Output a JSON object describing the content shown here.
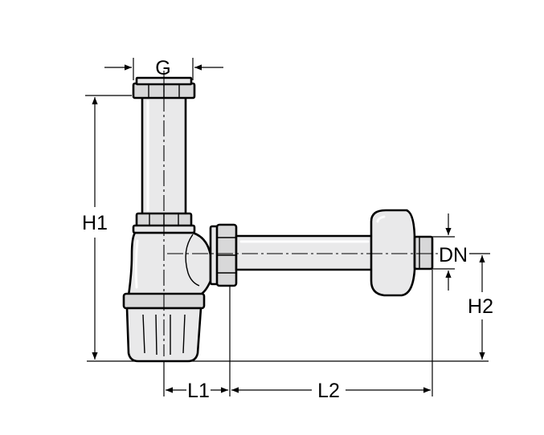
{
  "labels": {
    "g": "G",
    "h1": "H1",
    "h2": "H2",
    "dn": "DN",
    "l1": "L1",
    "l2": "L2"
  },
  "colors": {
    "line": "#000000",
    "fill": "#e9e9ea",
    "background": "#ffffff"
  }
}
